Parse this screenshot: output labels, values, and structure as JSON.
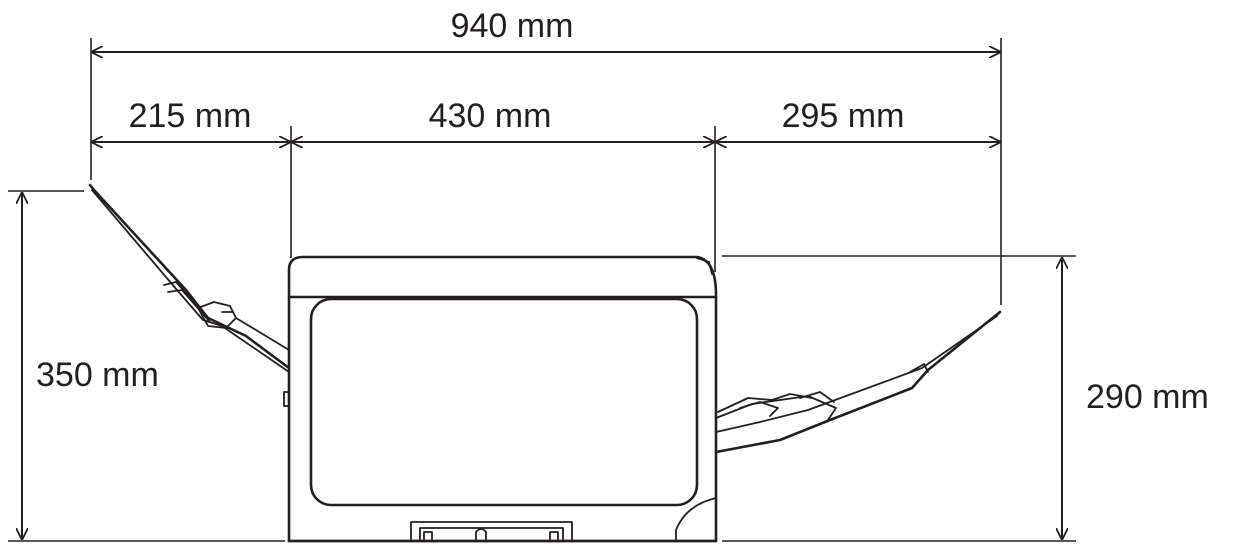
{
  "dimensions": {
    "total_width": "940 mm",
    "left_tray_depth": "215 mm",
    "body_depth": "430 mm",
    "right_tray_depth": "295 mm",
    "height_with_tray": "350 mm",
    "body_height": "290 mm"
  },
  "colors": {
    "line": "#231f20",
    "background": "#ffffff"
  }
}
